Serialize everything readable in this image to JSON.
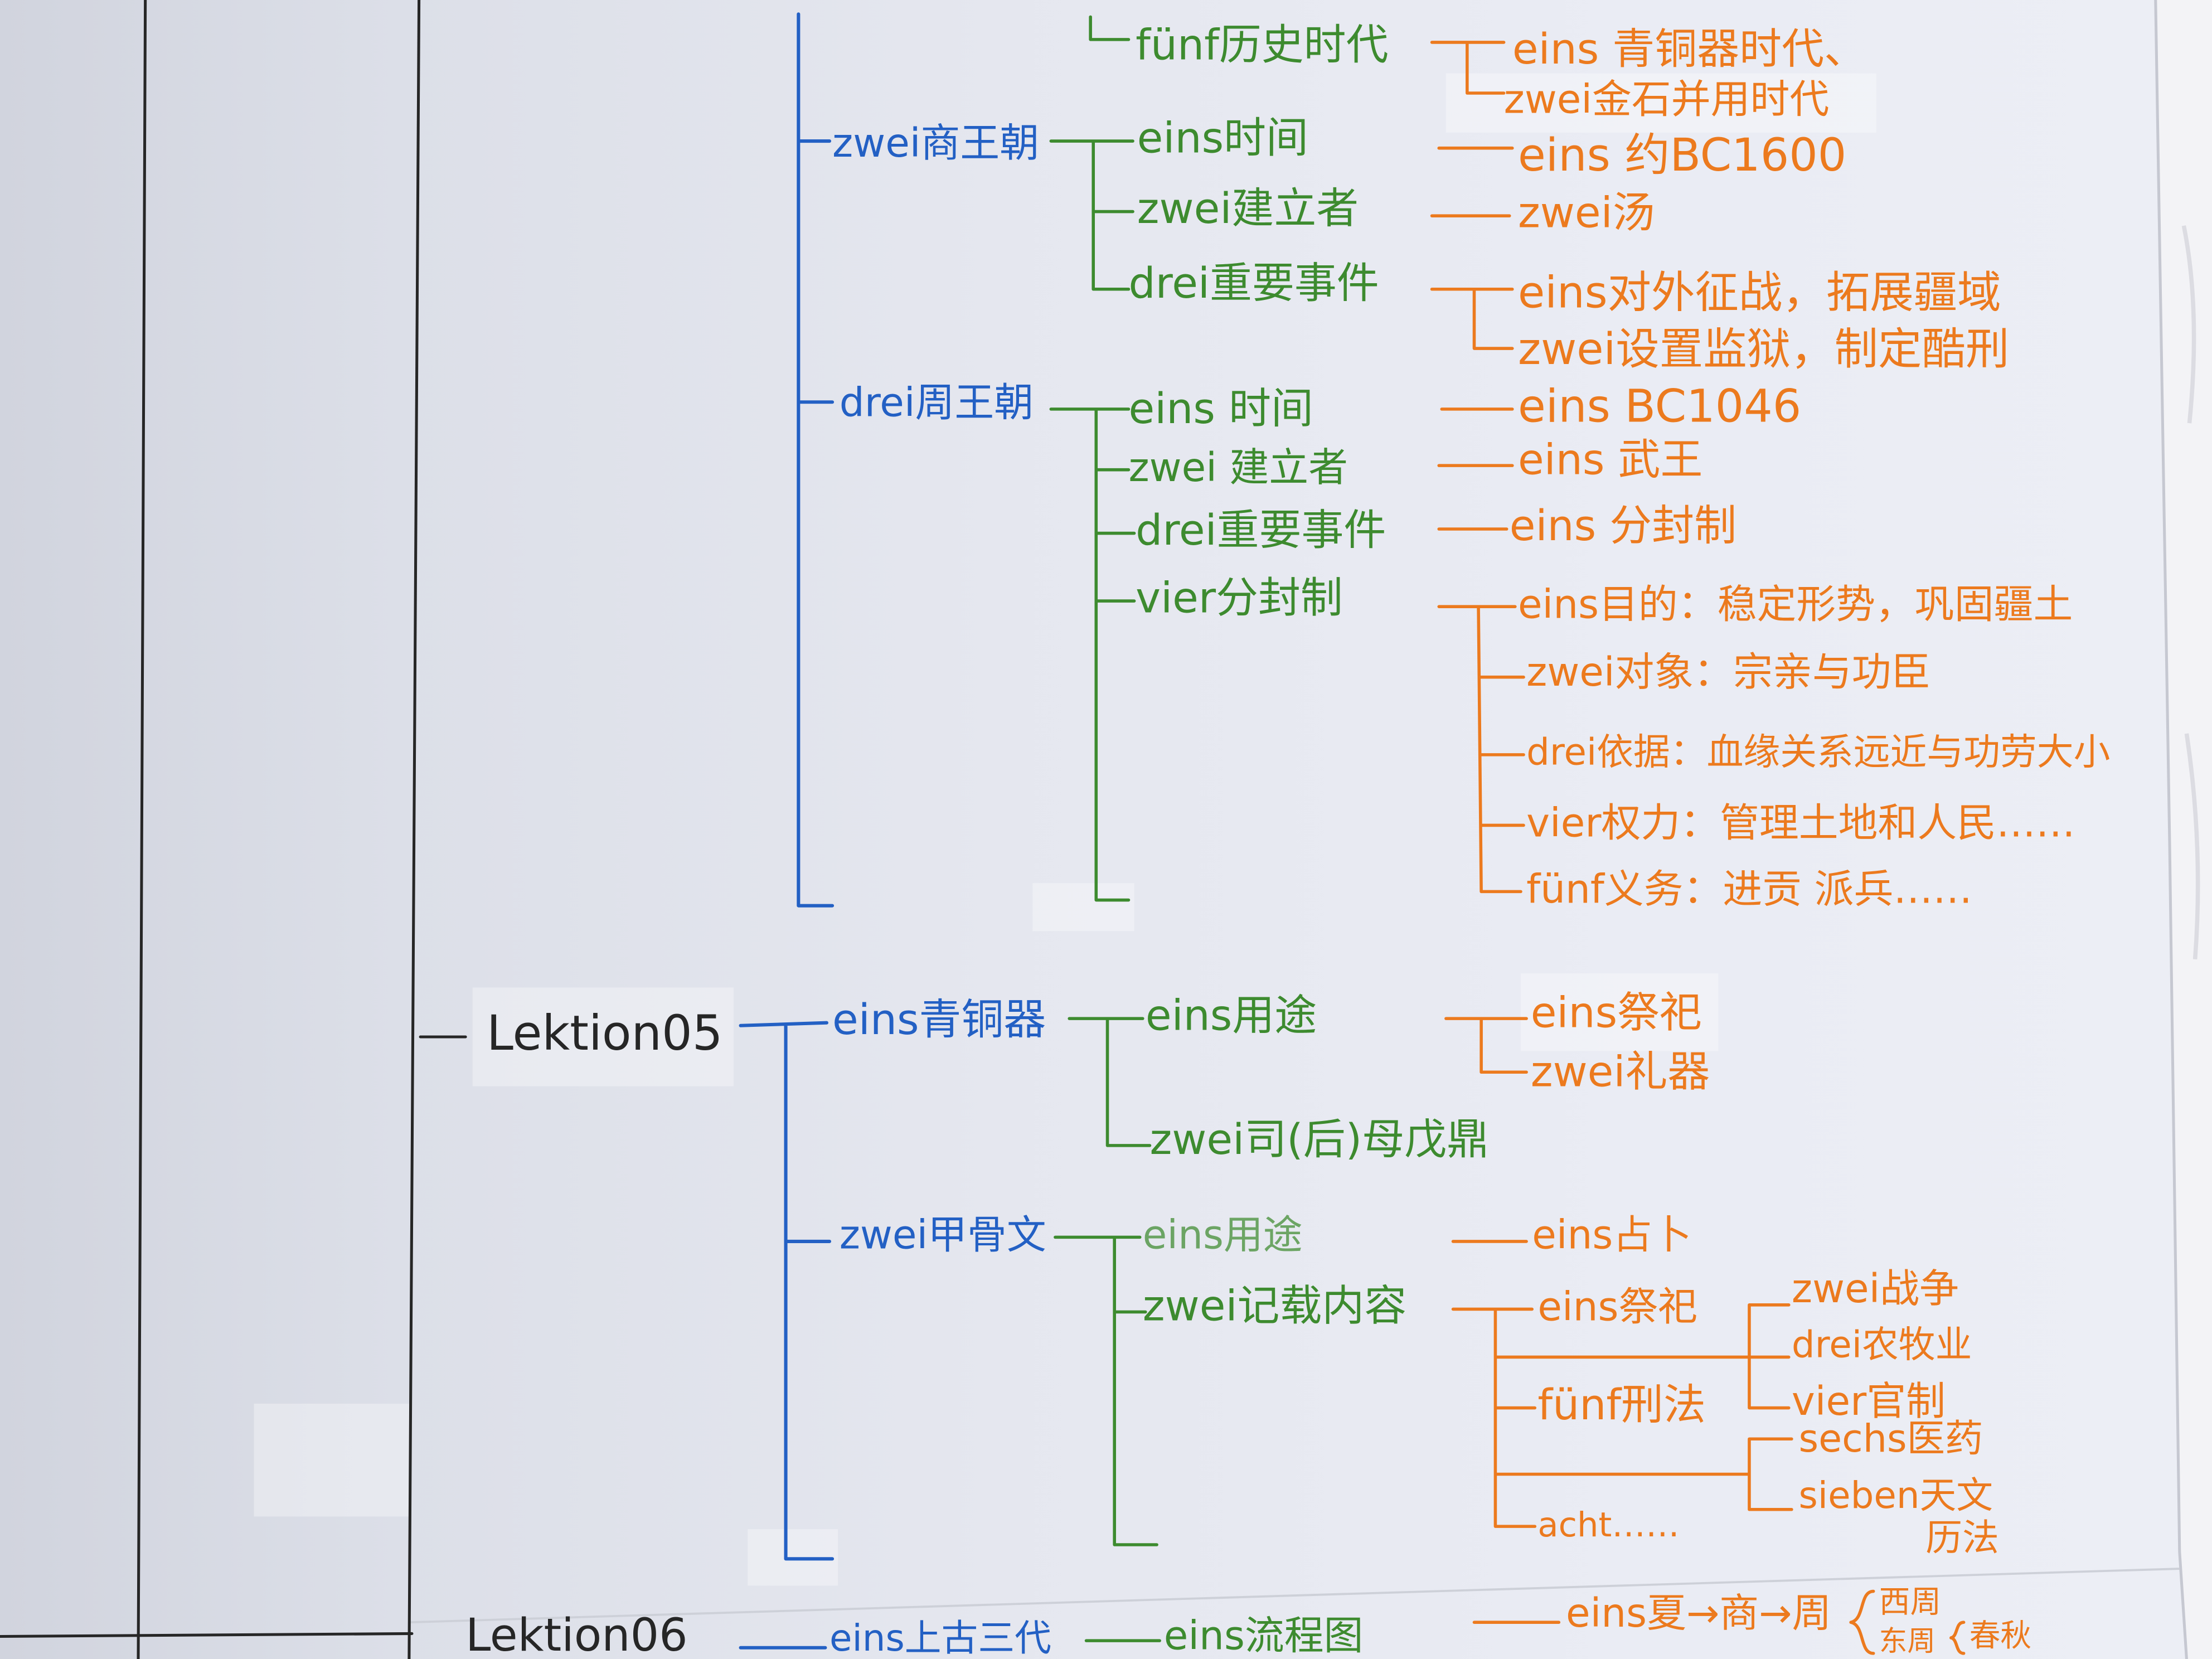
{
  "colors": {
    "ink_black": "#262626",
    "ink_blue": "#2360c4",
    "ink_green": "#3d8b2f",
    "ink_orange": "#ec7a1e",
    "paper_dark": "#d1d4de",
    "paper_light": "#eceef5",
    "fabric": "#f3f3f6"
  },
  "upper": {
    "periods": {
      "label": "fünf历史时代",
      "items": [
        "eins 青铜器时代、",
        "zwei金石并用时代"
      ]
    },
    "shang": {
      "label": "zwei商王朝",
      "time": {
        "label": "eins时间",
        "value": "eins 约BC1600"
      },
      "founder": {
        "label": "zwei建立者",
        "value": "zwei汤"
      },
      "events": {
        "label": "drei重要事件",
        "items": [
          "eins对外征战，拓展疆域",
          "zwei设置监狱，制定酷刑"
        ]
      }
    },
    "zhou": {
      "label": "drei周王朝",
      "time": {
        "label": "eins 时间",
        "value": "eins BC1046"
      },
      "founder": {
        "label": "zwei 建立者",
        "value": "eins 武王"
      },
      "events": {
        "label": "drei重要事件",
        "value": "eins 分封制"
      },
      "fengjian": {
        "label": "vier分封制",
        "items": [
          "eins目的：稳定形势，巩固疆土",
          "zwei对象：宗亲与功臣",
          "drei依据：血缘关系远近与功劳大小",
          "vier权力：管理土地和人民……",
          "fünf义务：进贡 派兵……"
        ]
      }
    }
  },
  "lektion05": {
    "title": "Lektion05",
    "bronze": {
      "label": "eins青铜器",
      "use": {
        "label": "eins用途",
        "items": [
          "eins祭祀",
          "zwei礼器"
        ]
      },
      "example": "zwei司(后)母戊鼎"
    },
    "oracle": {
      "label": "zwei甲骨文",
      "use": {
        "label": "eins用途",
        "value": "eins占卜"
      },
      "content": {
        "label": "zwei记载内容",
        "items": {
          "eins": "eins祭祀",
          "zwei": "zwei战争",
          "drei": "drei农牧业",
          "vier": "vier官制",
          "fuenf": "fünf刑法",
          "sechs": "sechs医药",
          "sieben_line1": "sieben天文",
          "sieben_line2": "历法",
          "acht": "acht……"
        }
      }
    }
  },
  "lektion06": {
    "title": "Lektion06",
    "topic": "eins上古三代",
    "chart": "eins流程图",
    "sequence": "eins夏→商→周",
    "west": "西周",
    "east": "东周",
    "spring_autumn": "春秋"
  }
}
